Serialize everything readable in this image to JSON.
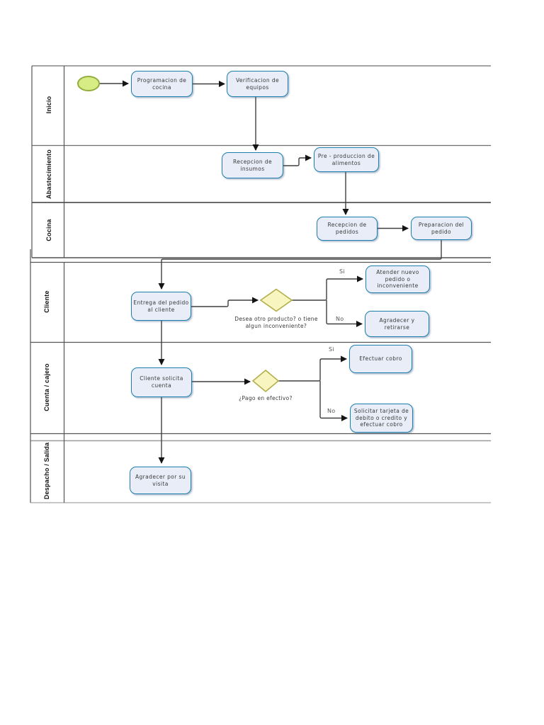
{
  "lanes": [
    {
      "label": "Inicio"
    },
    {
      "label": "Abastecimiento"
    },
    {
      "label": "Cocina"
    },
    {
      "label": "Cliente"
    },
    {
      "label": "Cuenta / cajero"
    },
    {
      "label": "Despacho / Salida"
    }
  ],
  "nodes": [
    {
      "id": "programacion-cocina",
      "label": "Programacion de cocina"
    },
    {
      "id": "verificacion-equipos",
      "label": "Verificacion de equipos"
    },
    {
      "id": "recepcion-insumos",
      "label": "Recepcion de insumos"
    },
    {
      "id": "pre-produccion-alimentos",
      "label": "Pre - produccion de alimentos"
    },
    {
      "id": "recepcion-pedidos",
      "label": "Recepcion de pedidos"
    },
    {
      "id": "preparacion-pedido",
      "label": "Preparacion del pedido"
    },
    {
      "id": "entrega-pedido-cliente",
      "label": "Entrega del pedido al cliente"
    },
    {
      "id": "atender-nuevo-pedido",
      "label": "Atender nuevo pedido o inconveniente"
    },
    {
      "id": "agradecer-retirarse",
      "label": "Agradecer y retirarse"
    },
    {
      "id": "cliente-solicita-cuenta",
      "label": "Cliente solicita cuenta"
    },
    {
      "id": "efectuar-cobro",
      "label": "Efectuar cobro"
    },
    {
      "id": "solicitar-tarjeta",
      "label": "Solicitar tarjeta de debito o credito y efectuar cobro"
    },
    {
      "id": "agradecer-visita",
      "label": "Agradecer por su visita"
    }
  ],
  "gateways": [
    {
      "question": "Desea otro producto? o tiene algun inconveniente?",
      "yes_label": "Si",
      "no_label": "No"
    },
    {
      "question": "¿Pago en efectivo?",
      "yes_label": "Si",
      "no_label": "No"
    }
  ],
  "colors": {
    "task_fill": "#e9edf8",
    "task_border": "#1d7fae",
    "event_fill": "#d8ec85",
    "event_border": "#94ad3f",
    "gateway_fill": "#f9f5c0",
    "gateway_border": "#b3ae4a",
    "line": "#3f3f3f",
    "lane_line": "#666666"
  }
}
